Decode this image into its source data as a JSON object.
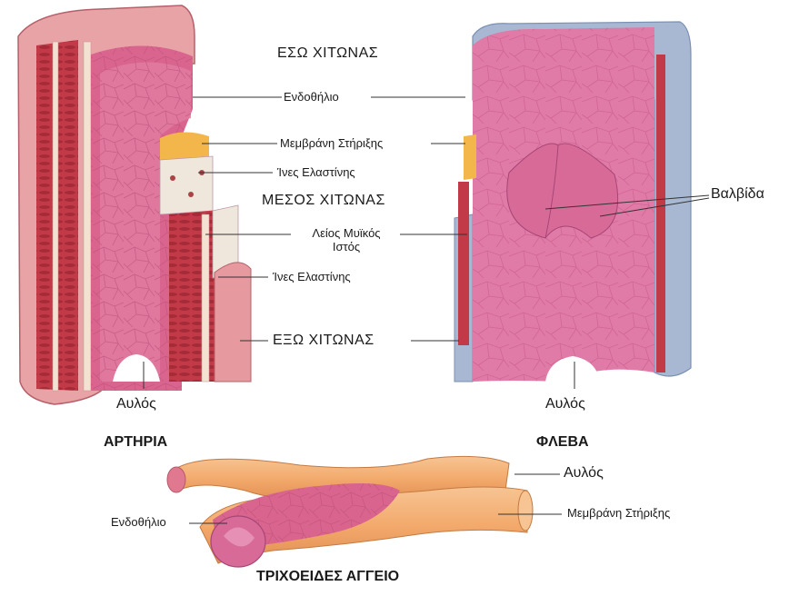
{
  "artery": {
    "tunica_intima": "ΕΣΩ ΧΙΤΩΝΑΣ",
    "endothelium": "Ενδοθήλιο",
    "basement_membrane": "Μεμβράνη Στήριξης",
    "elastic_fibers_inner": "Ίνες Ελαστίνης",
    "tunica_media": "ΜΕΣΟΣ ΧΙΤΩΝΑΣ",
    "smooth_muscle_line1": "Λείος Μυϊκός",
    "smooth_muscle_line2": "Ιστός",
    "elastic_fibers_outer": "Ίνες Ελαστίνης",
    "tunica_externa": "ΕΞΩ ΧΙΤΩΝΑΣ",
    "lumen": "Αυλός",
    "title": "ΑΡΤΗΡΙΑ"
  },
  "vein": {
    "valve": "Βαλβίδα",
    "lumen": "Αυλός",
    "title": "ΦΛΕΒΑ"
  },
  "capillary": {
    "lumen": "Αυλός",
    "endothelium": "Ενδοθήλιο",
    "basement_membrane": "Μεμβράνη Στήριξης",
    "title": "ΤΡΙΧΟΕΙΔΕΣ ΑΓΓΕΙΟ"
  },
  "colors": {
    "intima_pink": "#d9658f",
    "muscle_red": "#c23a47",
    "adventitia_pink": "#e69a9f",
    "vein_blue": "#a8b8d3",
    "basement_yellow": "#f2b64a",
    "capillary_orange": "#f5b57e"
  }
}
